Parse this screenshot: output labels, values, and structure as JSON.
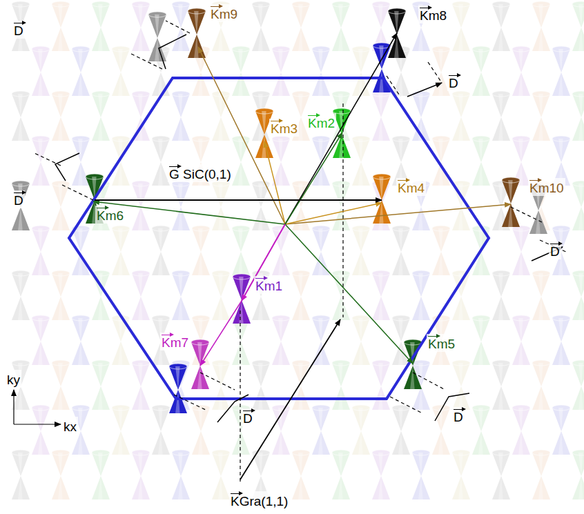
{
  "diagram": {
    "labels": [
      "D",
      "Km9",
      "Km8",
      "D",
      "Km3",
      "Km2",
      "Km4",
      "Km10",
      "G SiC(0,1)",
      "D",
      "Km6",
      "D",
      "Km1",
      "Km7",
      "D",
      "Km5",
      "D",
      "KGra(1,1)",
      "ky",
      "kx"
    ]
  }
}
